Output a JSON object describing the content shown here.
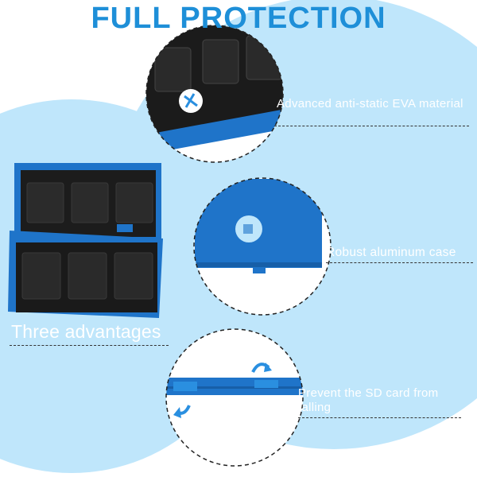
{
  "title": "FULL PROTECTION",
  "subtitle": "Three advantages",
  "features": [
    {
      "label": "Advanced anti-static EVA material"
    },
    {
      "label": "Robust aluminum case"
    },
    {
      "label": "Prevent the SD card from falling"
    }
  ],
  "colors": {
    "title": "#1e8fd8",
    "background_circle": "#bfe6fb",
    "case_blue": "#1f74c9",
    "foam": "#1a1a1a"
  },
  "icons": [
    "anti-static-icon",
    "aluminum-icon",
    "rotate-arrow-icon"
  ]
}
